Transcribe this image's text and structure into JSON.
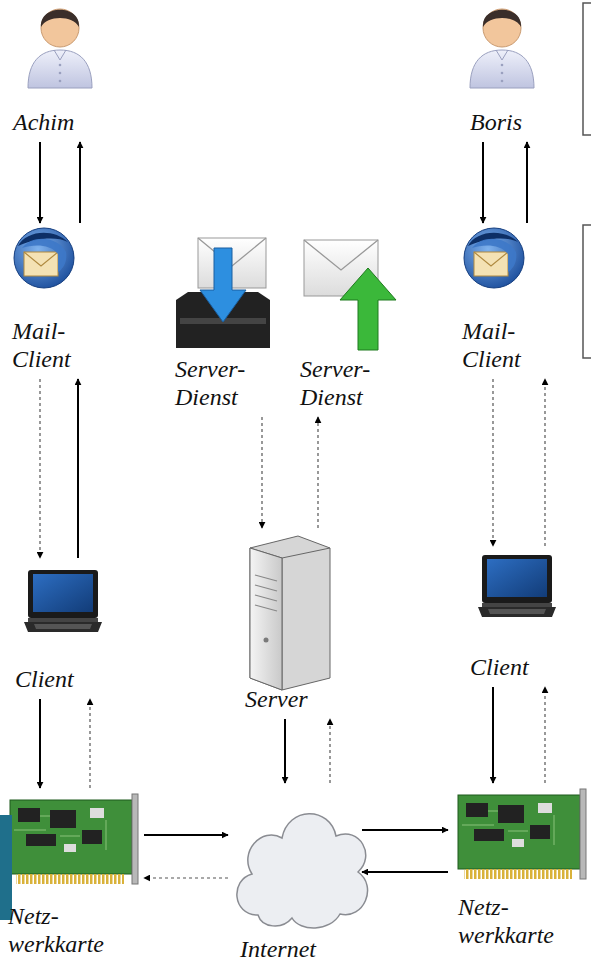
{
  "diagram": {
    "nodes": [
      {
        "text": [
          "Achim"
        ]
      },
      {
        "text": [
          "Boris"
        ]
      },
      {
        "text": [
          "Mail- Client"
        ]
      },
      {
        "text": [
          "Server- Dienst"
        ]
      },
      {
        "text": [
          "Server- Dienst"
        ]
      },
      {
        "text": [
          "Mail- Client"
        ]
      },
      {
        "text": [
          "Client"
        ]
      },
      {
        "text": [
          "Server"
        ]
      },
      {
        "text": [
          "Client"
        ]
      },
      {
        "text": [
          "Netz- werkkarte"
        ]
      },
      {
        "text": [
          "Internet"
        ]
      },
      {
        "text": [
          "Netz- werkkarte"
        ]
      }
    ],
    "edges": [
      {
        "from": 0,
        "to": 2,
        "arrow": "to"
      },
      {
        "from": 2,
        "to": 0,
        "arrow": "to"
      },
      {
        "from": 2,
        "to": 6,
        "arrow": "to"
      },
      {
        "from": 6,
        "to": 2,
        "arrow": "to"
      },
      {
        "from": 6,
        "to": 9,
        "arrow": "to"
      },
      {
        "from": 9,
        "to": 6,
        "arrow": "to"
      },
      {
        "from": 9,
        "to": 10,
        "arrow": "to"
      },
      {
        "from": 10,
        "to": 9,
        "arrow": "to"
      },
      {
        "from": 3,
        "to": 7,
        "arrow": "to"
      },
      {
        "from": 7,
        "to": 4,
        "arrow": "to"
      },
      {
        "from": 7,
        "to": 10,
        "arrow": "to"
      },
      {
        "from": 10,
        "to": 7,
        "arrow": "to"
      },
      {
        "from": 10,
        "to": 11,
        "arrow": "to"
      },
      {
        "from": 11,
        "to": 10,
        "arrow": "to"
      },
      {
        "from": 1,
        "to": 5,
        "arrow": "to"
      },
      {
        "from": 5,
        "to": 1,
        "arrow": "to"
      },
      {
        "from": 5,
        "to": 8,
        "arrow": "to"
      },
      {
        "from": 8,
        "to": 5,
        "arrow": "to"
      },
      {
        "from": 8,
        "to": 11,
        "arrow": "to"
      },
      {
        "from": 11,
        "to": 8,
        "arrow": "to"
      }
    ]
  }
}
